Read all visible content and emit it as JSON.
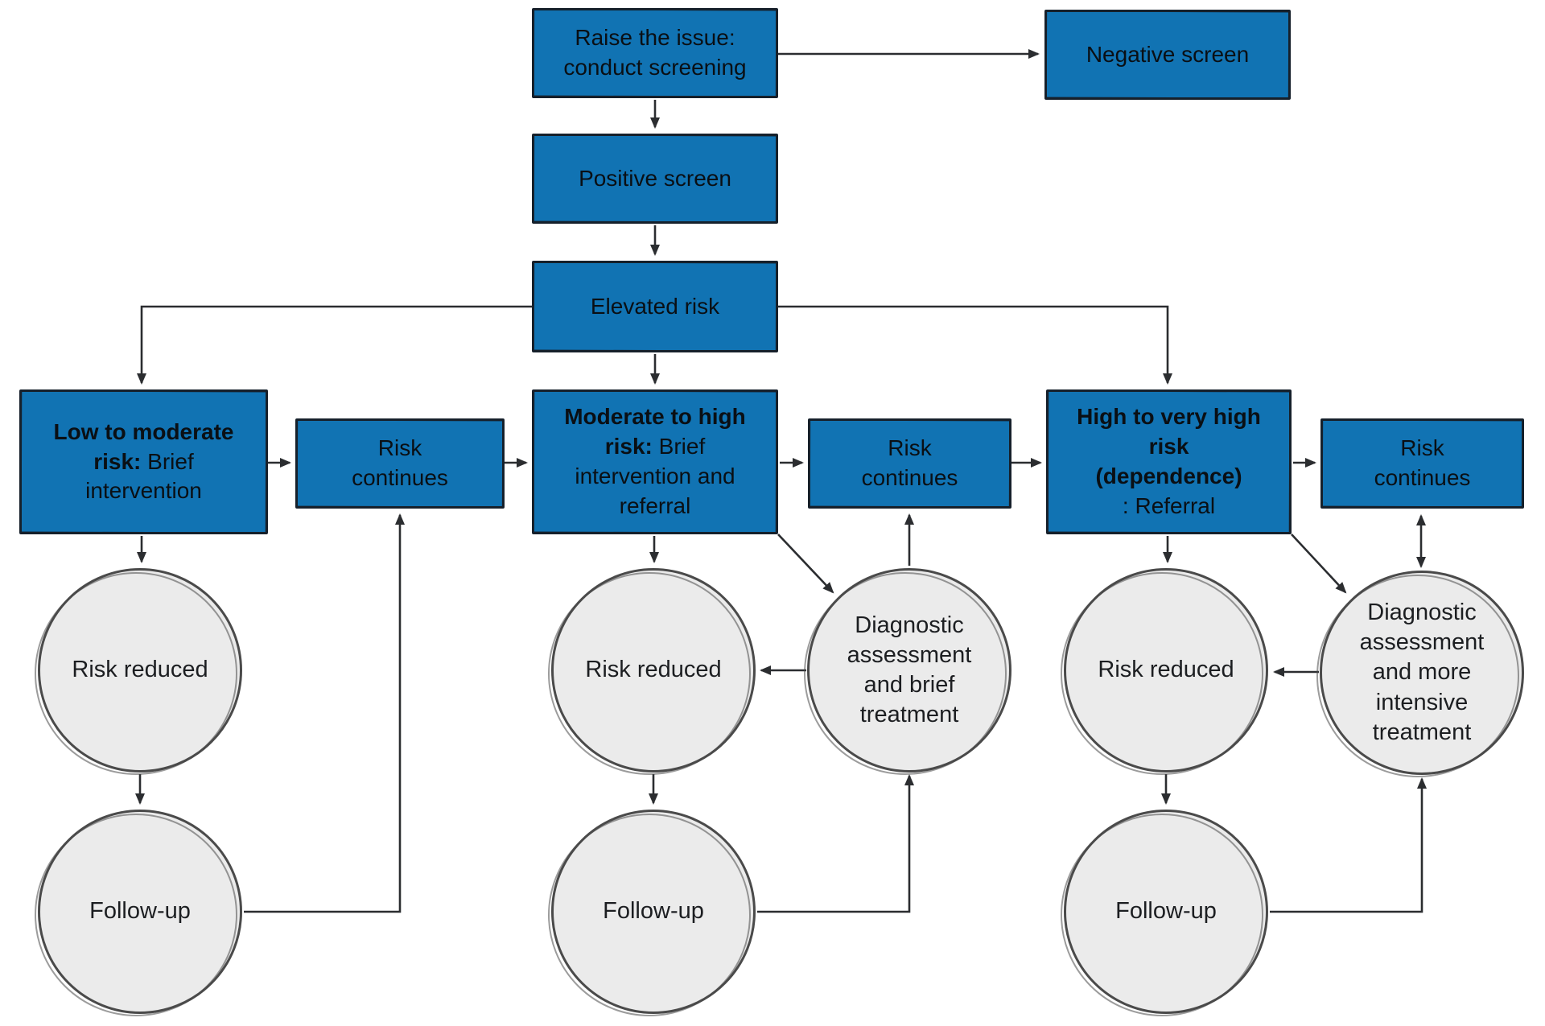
{
  "flowchart": {
    "nodes": {
      "raise_issue": {
        "label": "Raise the issue: conduct screening"
      },
      "negative_screen": {
        "label": "Negative screen"
      },
      "positive_screen": {
        "label": "Positive screen"
      },
      "elevated_risk": {
        "label": "Elevated risk"
      },
      "low_moderate": {
        "label_bold": "Low to moderate risk:",
        "label_rest": "Brief intervention"
      },
      "risk_continues_low": {
        "label": "Risk continues"
      },
      "moderate_high": {
        "label_bold": "Moderate to high risk:",
        "label_rest": "Brief intervention and referral"
      },
      "risk_continues_moderate": {
        "label": "Risk continues"
      },
      "high_very_high": {
        "label_bold": "High to very high risk (dependence)",
        "label_rest": ": Referral"
      },
      "risk_continues_high": {
        "label": "Risk continues"
      },
      "risk_reduced_low": {
        "label": "Risk reduced"
      },
      "follow_up_low": {
        "label": "Follow-up"
      },
      "risk_reduced_moderate": {
        "label": "Risk reduced"
      },
      "diagnostic_brief": {
        "label": "Diagnostic assessment and brief treatment"
      },
      "follow_up_moderate": {
        "label": "Follow-up"
      },
      "risk_reduced_high": {
        "label": "Risk reduced"
      },
      "diagnostic_intensive": {
        "label": "Diagnostic assessment and more intensive treatment"
      },
      "follow_up_high": {
        "label": "Follow-up"
      }
    },
    "colors": {
      "node_fill": "#1173b3",
      "node_border": "#16202b",
      "node_text": "#0a0f14",
      "circle_fill": "#ebebeb",
      "circle_border": "#4a4a4a",
      "arrow": "#2b2d30"
    }
  }
}
